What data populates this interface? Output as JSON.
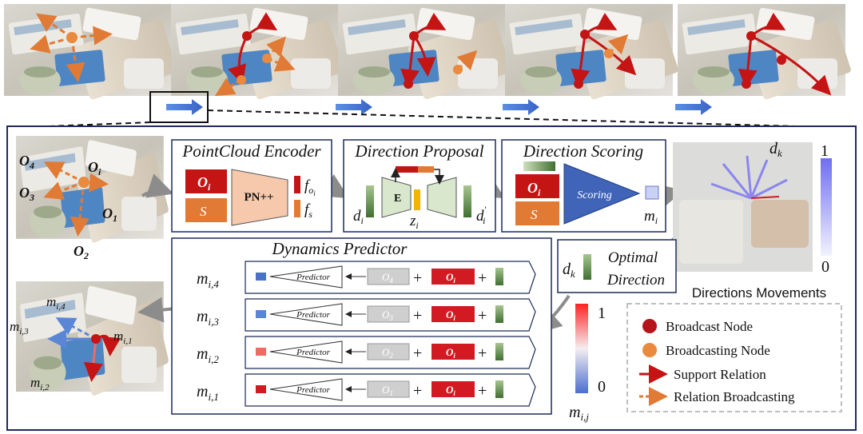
{
  "colors": {
    "red": "#c41414",
    "orange": "#e07a35",
    "arrow_blue": "#4a72c8",
    "frame": "#1d2b57",
    "pn_fill": "#f6c9ac",
    "scoring": "#3f64b8",
    "green": "#4a7a3a"
  },
  "panels": {
    "encoder": {
      "title": "PointCloud Encoder",
      "oi": "O",
      "oi_sub": "i",
      "s": "S",
      "pn": "PN++",
      "f_oi": "f",
      "f_oi_sub": "o",
      "f_oi_subsub": "i",
      "f_s": "f",
      "f_s_sub": "s"
    },
    "proposal": {
      "title": "Direction Proposal",
      "d": "d",
      "d_sub": "i",
      "e": "E",
      "z": "z",
      "z_sub": "i",
      "dprime": "d",
      "dprime_sub": "i",
      "dprime_sup": "'"
    },
    "scoring": {
      "title": "Direction Scoring",
      "oi": "O",
      "oi_sub": "i",
      "s": "S",
      "block": "Scoring",
      "m": "m",
      "m_sub": "i"
    },
    "movements": {
      "label": "Directions Movements",
      "dk": "d",
      "dk_sub": "k",
      "scale_top": "1",
      "scale_bottom": "0"
    },
    "optimal": {
      "dk": "d",
      "dk_sub": "k",
      "line1": "Optimal",
      "line2": "Direction"
    },
    "dynamics": {
      "title": "Dynamics Predictor",
      "rows": [
        {
          "m": "m",
          "sub": "i,4",
          "predictor": "Predictor",
          "o": "O",
          "o_sub": "4",
          "oi": "O",
          "oi_sub": "i",
          "color": "#4a72c8"
        },
        {
          "m": "m",
          "sub": "i,3",
          "predictor": "Predictor",
          "o": "O",
          "o_sub": "3",
          "oi": "O",
          "oi_sub": "i",
          "color": "#5b86d6"
        },
        {
          "m": "m",
          "sub": "i,2",
          "predictor": "Predictor",
          "o": "O",
          "o_sub": "2",
          "oi": "O",
          "oi_sub": "i",
          "color": "#f06a63"
        },
        {
          "m": "m",
          "sub": "i,1",
          "predictor": "Predictor",
          "o": "O",
          "o_sub": "1",
          "oi": "O",
          "oi_sub": "i",
          "color": "#d11a22"
        }
      ],
      "plus": "+"
    },
    "colorbar": {
      "top": "1",
      "bottom": "0",
      "label": "m",
      "label_sub": "i,j"
    },
    "scene_left": {
      "o4": "O",
      "o4_sub": "4",
      "oi": "O",
      "oi_sub": "i",
      "o3": "O",
      "o3_sub": "3",
      "o1": "O",
      "o1_sub": "1",
      "o2": "O",
      "o2_sub": "2"
    },
    "scene_bottom": {
      "m14": "m",
      "m14_sub": "i,4",
      "m13": "m",
      "m13_sub": "i,3",
      "m11": "m",
      "m11_sub": "i,1",
      "m12": "m",
      "m12_sub": "i,2"
    }
  },
  "legend": [
    {
      "label": "Broadcast Node",
      "kind": "red-dot"
    },
    {
      "label": "Broadcasting Node",
      "kind": "orange-dot"
    },
    {
      "label": "Support Relation",
      "kind": "red-arrow"
    },
    {
      "label": "Relation Broadcasting",
      "kind": "orange-dashed-arrow"
    }
  ]
}
